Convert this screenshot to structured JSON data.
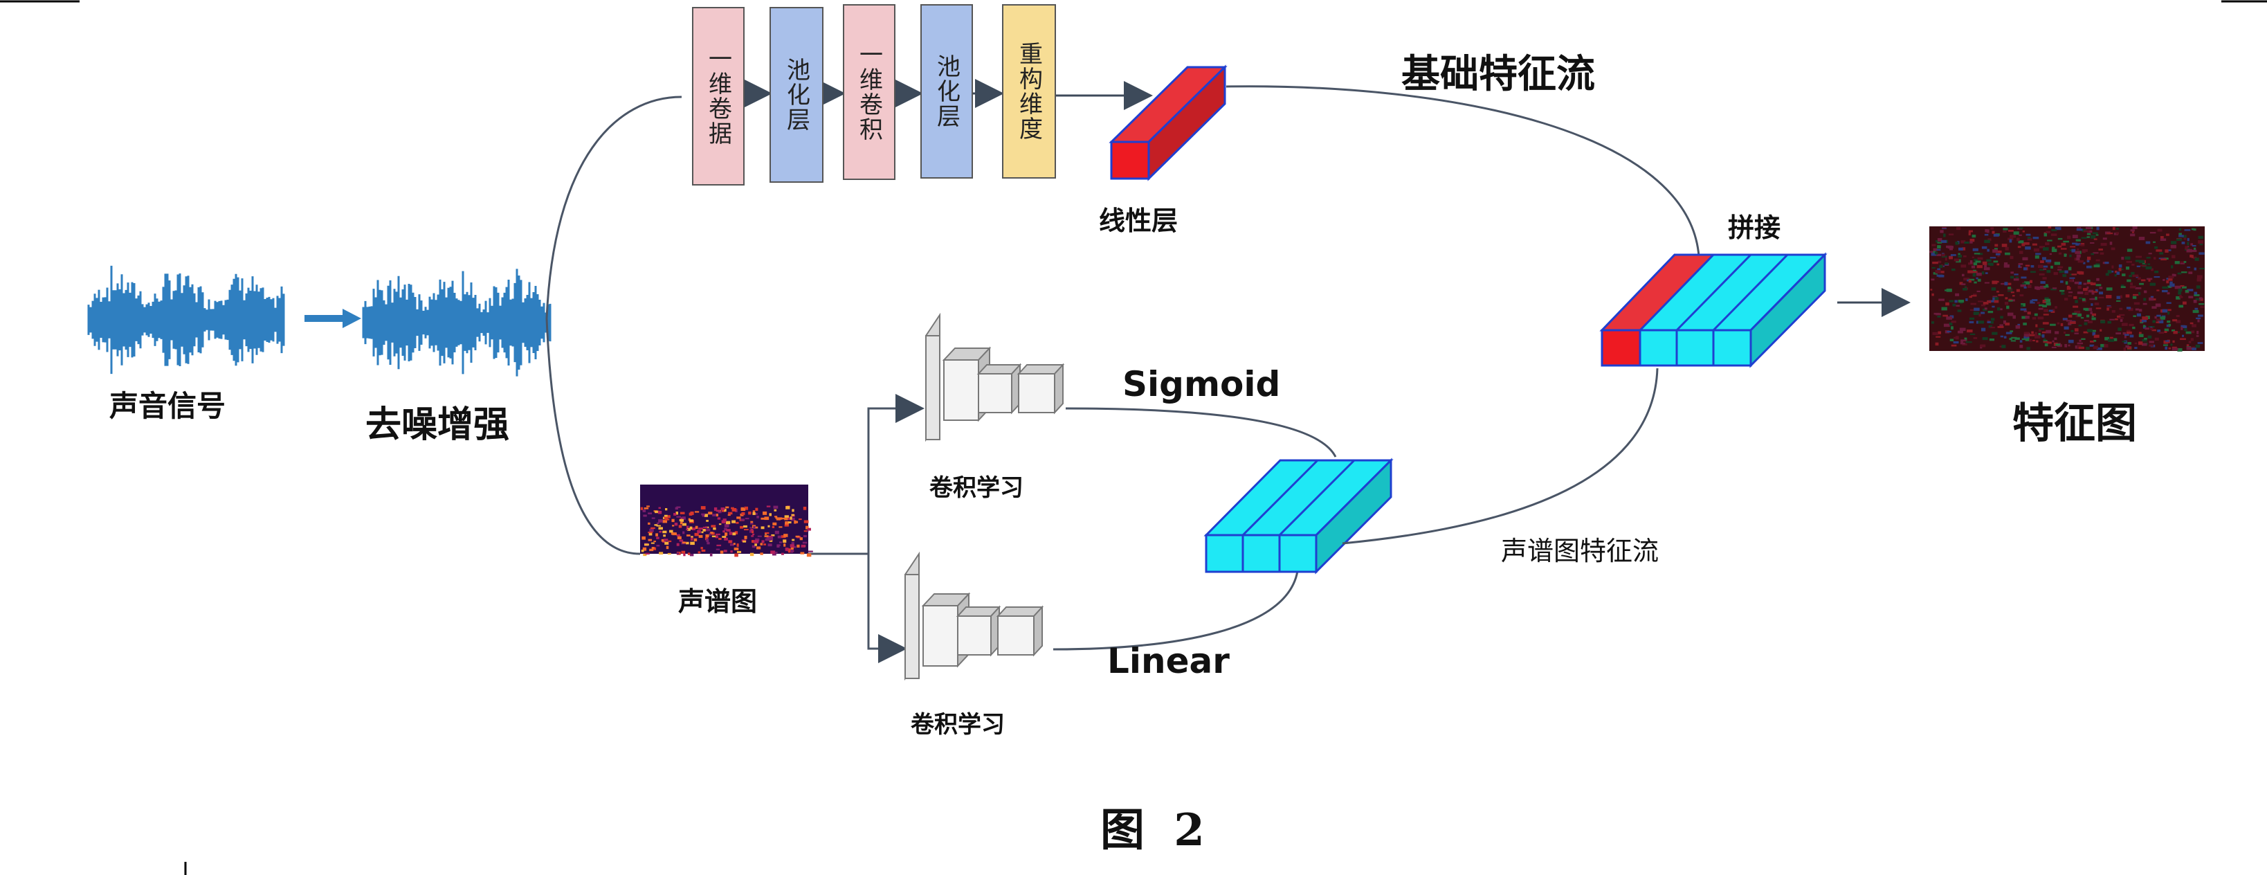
{
  "diagram": {
    "labels": {
      "sound_signal": "声音信号",
      "denoise": "去噪增强",
      "linear_layer": "线性层",
      "basic_stream": "基础特征流",
      "concat": "拼接",
      "feature_map": "特征图",
      "sigmoid": "Sigmoid",
      "linear": "Linear",
      "conv_learn_top": "卷积学习",
      "conv_learn_bottom": "卷积学习",
      "spectrogram": "声谱图",
      "spectrogram_stream": "声谱图特征流",
      "figure_caption": "图 2"
    },
    "blocks": [
      {
        "label": "一维卷据",
        "color": "#f2c8cc"
      },
      {
        "label": "池化层",
        "color": "#a9c0ea"
      },
      {
        "label": "一维卷积",
        "color": "#f2c8cc"
      },
      {
        "label": "池化层",
        "color": "#a9c0ea"
      },
      {
        "label": "重构维度",
        "color": "#f7dd95"
      }
    ],
    "colors": {
      "waveform": "#2f7fc0",
      "tensor_red": "#e8333a",
      "tensor_cyan": "#1fe8f5",
      "tensor_edge": "#1f3fd0",
      "arrow": "#3d4a5a"
    }
  }
}
